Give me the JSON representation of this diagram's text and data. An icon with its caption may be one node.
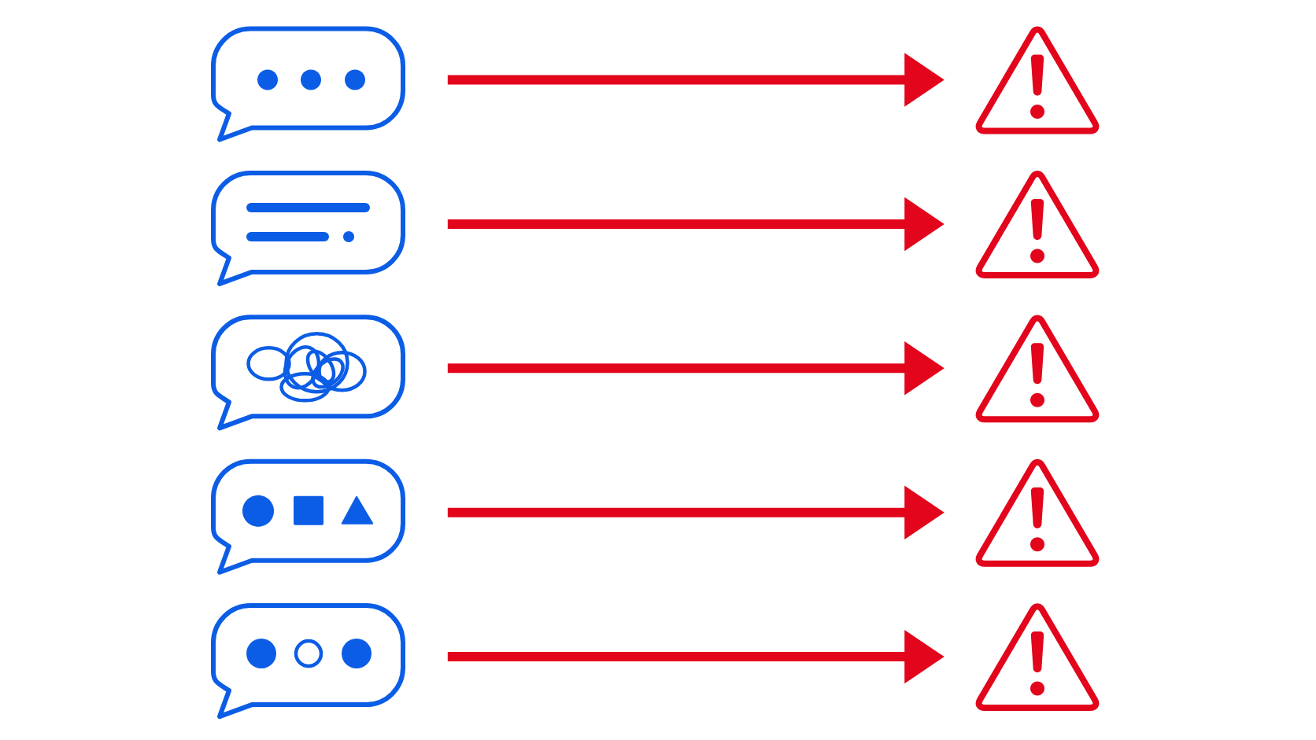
{
  "diagram": {
    "nodes": [
      {
        "text": [],
        "shape": "bubble"
      },
      {
        "text": [],
        "shape": "triangle"
      },
      {
        "text": [],
        "shape": "bubble"
      },
      {
        "text": [],
        "shape": "triangle"
      },
      {
        "text": [],
        "shape": "bubble"
      },
      {
        "text": [],
        "shape": "triangle"
      },
      {
        "text": [],
        "shape": "bubble"
      },
      {
        "text": [],
        "shape": "triangle"
      },
      {
        "text": [],
        "shape": "bubble"
      },
      {
        "text": [],
        "shape": "triangle"
      }
    ],
    "edges": [
      {
        "from": 0,
        "to": 1,
        "arrow": "to"
      },
      {
        "from": 2,
        "to": 3,
        "arrow": "to"
      },
      {
        "from": 4,
        "to": 5,
        "arrow": "to"
      },
      {
        "from": 6,
        "to": 7,
        "arrow": "to"
      },
      {
        "from": 8,
        "to": 9,
        "arrow": "to"
      }
    ]
  }
}
